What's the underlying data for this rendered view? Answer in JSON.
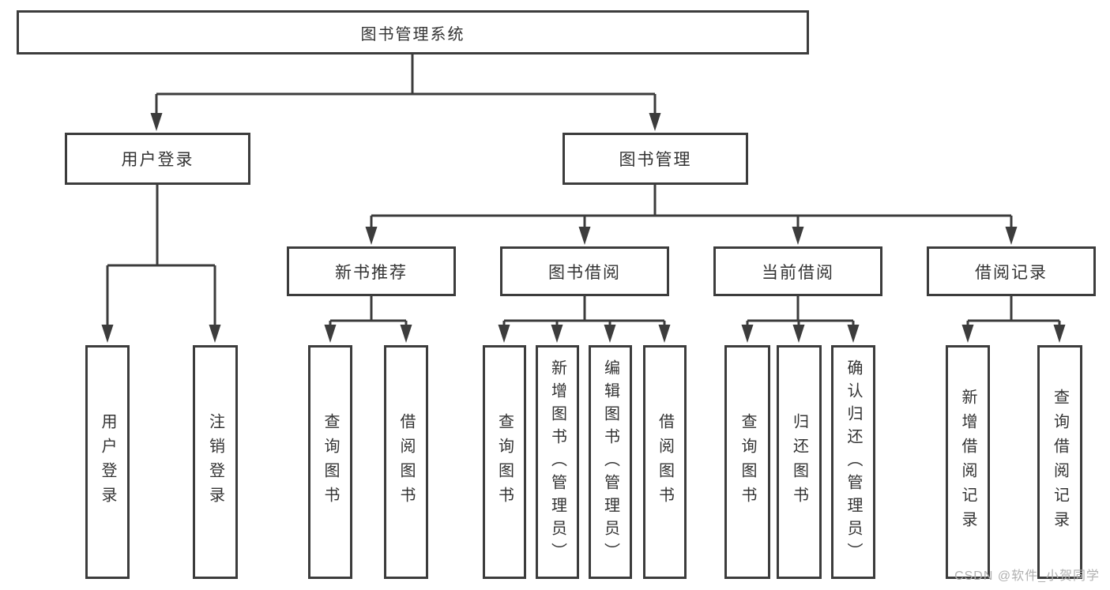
{
  "diagram": {
    "root": {
      "label": "图书管理系统"
    },
    "branches": [
      {
        "label": "用户登录",
        "children": [
          {
            "label": "用户登录"
          },
          {
            "label": "注销登录"
          }
        ]
      },
      {
        "label": "图书管理",
        "children": [
          {
            "label": "新书推荐",
            "children": [
              {
                "label": "查询图书"
              },
              {
                "label": "借阅图书"
              }
            ]
          },
          {
            "label": "图书借阅",
            "children": [
              {
                "label": "查询图书"
              },
              {
                "label": "新增图书（管理员）"
              },
              {
                "label": "编辑图书（管理员）"
              },
              {
                "label": "借阅图书"
              }
            ]
          },
          {
            "label": "当前借阅",
            "children": [
              {
                "label": "查询图书"
              },
              {
                "label": "归还图书"
              },
              {
                "label": "确认归还（管理员）"
              }
            ]
          },
          {
            "label": "借阅记录",
            "children": [
              {
                "label": "新增借阅记录"
              },
              {
                "label": "查询借阅记录"
              }
            ]
          }
        ]
      }
    ]
  },
  "watermark": "CSDN @软件_小贺同学",
  "colors": {
    "line": "#3c3c3c",
    "box_border": "#3c3c3c",
    "text": "#333333",
    "background": "#ffffff",
    "watermark": "#b0b0b0"
  }
}
